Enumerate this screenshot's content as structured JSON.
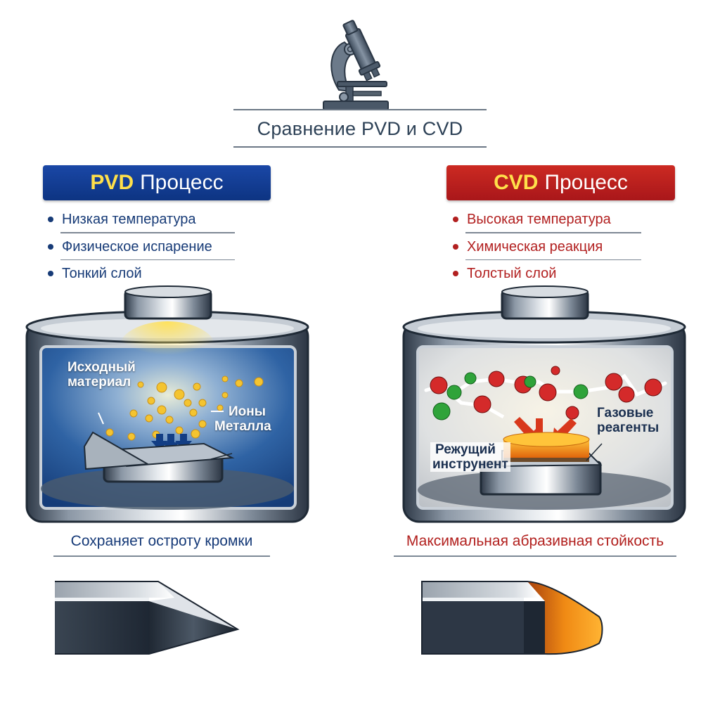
{
  "header": {
    "icon": "microscope-icon",
    "title": "Сравнение PVD и CVD"
  },
  "pvd": {
    "banner": {
      "acronym": "PVD",
      "word": "Процесс",
      "bg_color": "#0f3a8f",
      "accent_color": "#ffe04a"
    },
    "bullets": [
      "Низкая температура",
      "Физическое испарение",
      "Тонкий слой"
    ],
    "chamber": {
      "labels": {
        "source_material": [
          "Исходный",
          "материал"
        ],
        "metal_ions": [
          "Ионы",
          "Металла"
        ]
      },
      "background_color": "#1d4d8f",
      "particle_color": "#f4c430"
    },
    "caption": "Сохраняет остроту кромки",
    "text_color": "#163a78"
  },
  "cvd": {
    "banner": {
      "acronym": "CVD",
      "word": "Процесс",
      "bg_color": "#b81f1d",
      "accent_color": "#ffe04a"
    },
    "bullets": [
      "Высокая температура",
      "Химическая реакция",
      "Толстый слой"
    ],
    "chamber": {
      "labels": {
        "gas_reagents": [
          "Газовые",
          "реагенты"
        ],
        "cutting_tool": [
          "Режущий",
          "инструнент"
        ]
      },
      "background_color": "#e9eaea",
      "molecule_colors": [
        "#d42a2a",
        "#2fa33a"
      ],
      "coating_color": "#f08a14"
    },
    "caption": "Максимальная абразивная стойкость",
    "text_color": "#b2201e"
  }
}
